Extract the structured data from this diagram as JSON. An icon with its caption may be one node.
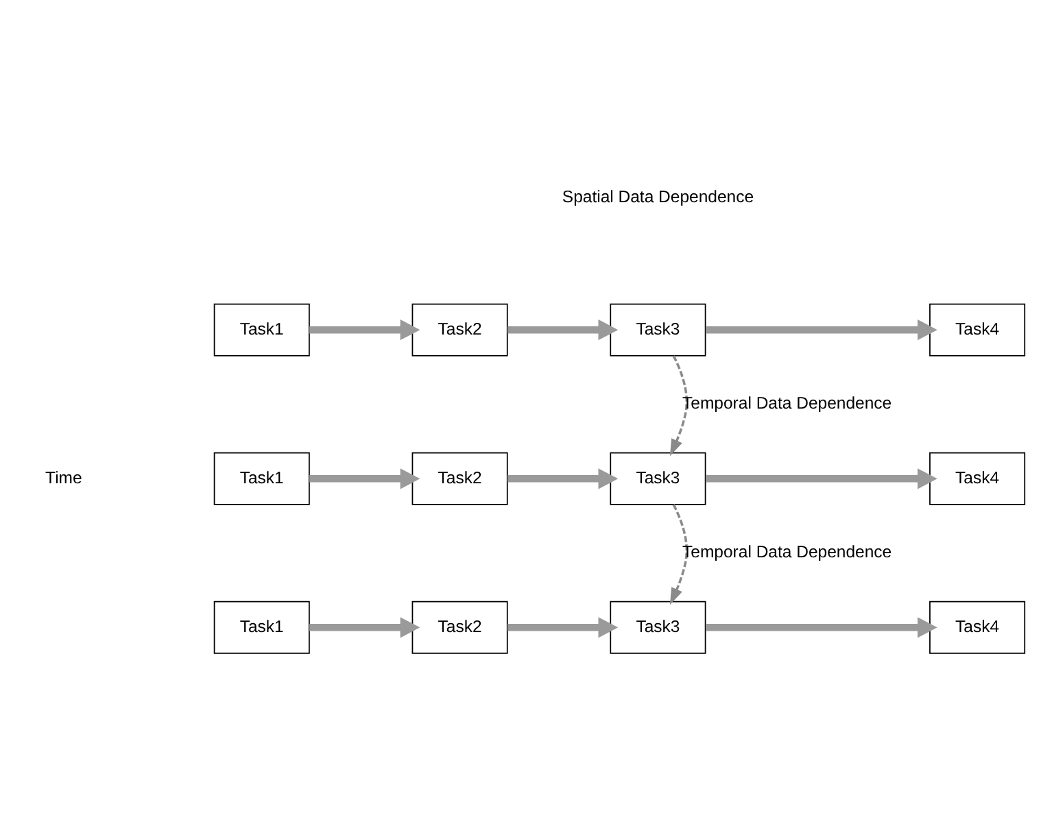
{
  "diagram": {
    "nodes": [
      {
        "text": [
          "Task1"
        ]
      },
      {
        "text": [
          "Task2"
        ]
      },
      {
        "text": [
          "Task3"
        ]
      },
      {
        "text": [
          "Task4"
        ]
      },
      {
        "text": [
          "Task1"
        ]
      },
      {
        "text": [
          "Task2"
        ]
      },
      {
        "text": [
          "Task3"
        ]
      },
      {
        "text": [
          "Task4"
        ]
      },
      {
        "text": [
          "Task1"
        ]
      },
      {
        "text": [
          "Task2"
        ]
      },
      {
        "text": [
          "Task3"
        ]
      },
      {
        "text": [
          "Task4"
        ]
      }
    ],
    "edges": [
      {
        "from": 0,
        "to": 1,
        "arrow": "to"
      },
      {
        "from": 1,
        "to": 2,
        "arrow": "to"
      },
      {
        "from": 2,
        "to": 3,
        "arrow": "to"
      },
      {
        "from": 2,
        "to": 6,
        "arrow": "to",
        "style": "dashed",
        "label": "Temporal Data Dependence"
      },
      {
        "from": 4,
        "to": 5,
        "arrow": "to"
      },
      {
        "from": 5,
        "to": 6,
        "arrow": "to"
      },
      {
        "from": 6,
        "to": 7,
        "arrow": "to"
      },
      {
        "from": 6,
        "to": 10,
        "arrow": "to",
        "style": "dashed",
        "label": "Temporal Data Dependence"
      },
      {
        "from": 8,
        "to": 9,
        "arrow": "to"
      },
      {
        "from": 9,
        "to": 10,
        "arrow": "to"
      },
      {
        "from": 10,
        "to": 11,
        "arrow": "to"
      }
    ],
    "labels": [
      "Spatial Data Dependence",
      "Time"
    ]
  }
}
